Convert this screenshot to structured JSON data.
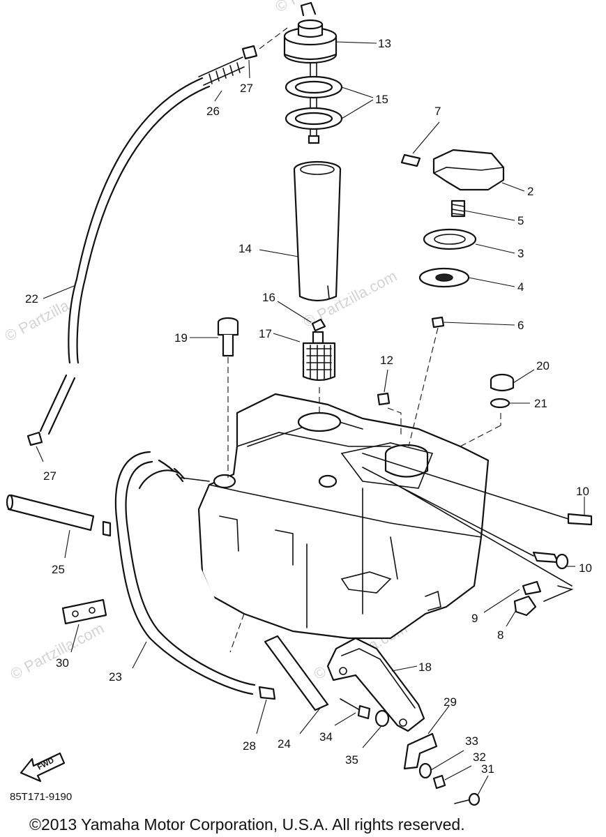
{
  "diagram": {
    "callouts": [
      {
        "id": "13",
        "label": "13"
      },
      {
        "id": "27a",
        "label": "27"
      },
      {
        "id": "15",
        "label": "15"
      },
      {
        "id": "26",
        "label": "26"
      },
      {
        "id": "7",
        "label": "7"
      },
      {
        "id": "2",
        "label": "2"
      },
      {
        "id": "5",
        "label": "5"
      },
      {
        "id": "3",
        "label": "3"
      },
      {
        "id": "14",
        "label": "14"
      },
      {
        "id": "4",
        "label": "4"
      },
      {
        "id": "22",
        "label": "22"
      },
      {
        "id": "16",
        "label": "16"
      },
      {
        "id": "6",
        "label": "6"
      },
      {
        "id": "19",
        "label": "19"
      },
      {
        "id": "17",
        "label": "17"
      },
      {
        "id": "12",
        "label": "12"
      },
      {
        "id": "20",
        "label": "20"
      },
      {
        "id": "21",
        "label": "21"
      },
      {
        "id": "27b",
        "label": "27"
      },
      {
        "id": "10a",
        "label": "10"
      },
      {
        "id": "25",
        "label": "25"
      },
      {
        "id": "10b",
        "label": "10"
      },
      {
        "id": "9",
        "label": "9"
      },
      {
        "id": "8",
        "label": "8"
      },
      {
        "id": "30",
        "label": "30"
      },
      {
        "id": "18",
        "label": "18"
      },
      {
        "id": "23",
        "label": "23"
      },
      {
        "id": "29",
        "label": "29"
      },
      {
        "id": "28",
        "label": "28"
      },
      {
        "id": "24",
        "label": "24"
      },
      {
        "id": "34",
        "label": "34"
      },
      {
        "id": "33",
        "label": "33"
      },
      {
        "id": "35",
        "label": "35"
      },
      {
        "id": "32",
        "label": "32"
      },
      {
        "id": "31",
        "label": "31"
      }
    ],
    "watermarks": [
      "© Partzilla.com",
      "© Partzilla.com",
      "© Partzilla.com",
      "© Partzilla.com",
      "© Partzilla.com"
    ],
    "fwd_label": "FWD",
    "drawing_code": "85T171-9190",
    "copyright": "©2013 Yamaha Motor Corporation, U.S.A. All rights reserved."
  }
}
